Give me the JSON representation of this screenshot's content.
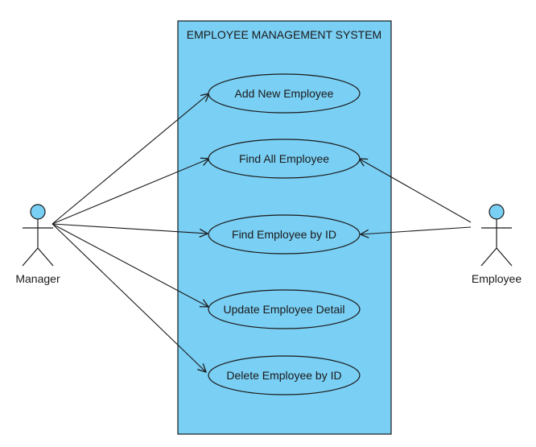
{
  "colors": {
    "system_fill": "#7acff4",
    "stroke": "#1a1a1a",
    "actor_head": "#7acff4"
  },
  "system": {
    "title": "EMPLOYEE MANAGEMENT SYSTEM"
  },
  "use_cases": [
    {
      "id": "add",
      "label": "Add New Employee"
    },
    {
      "id": "findall",
      "label": "Find All Employee"
    },
    {
      "id": "findid",
      "label": "Find Employee by ID"
    },
    {
      "id": "update",
      "label": "Update Employee Detail"
    },
    {
      "id": "delete",
      "label": "Delete Employee by ID"
    }
  ],
  "actors": {
    "manager": {
      "label": "Manager"
    },
    "employee": {
      "label": "Employee"
    }
  }
}
